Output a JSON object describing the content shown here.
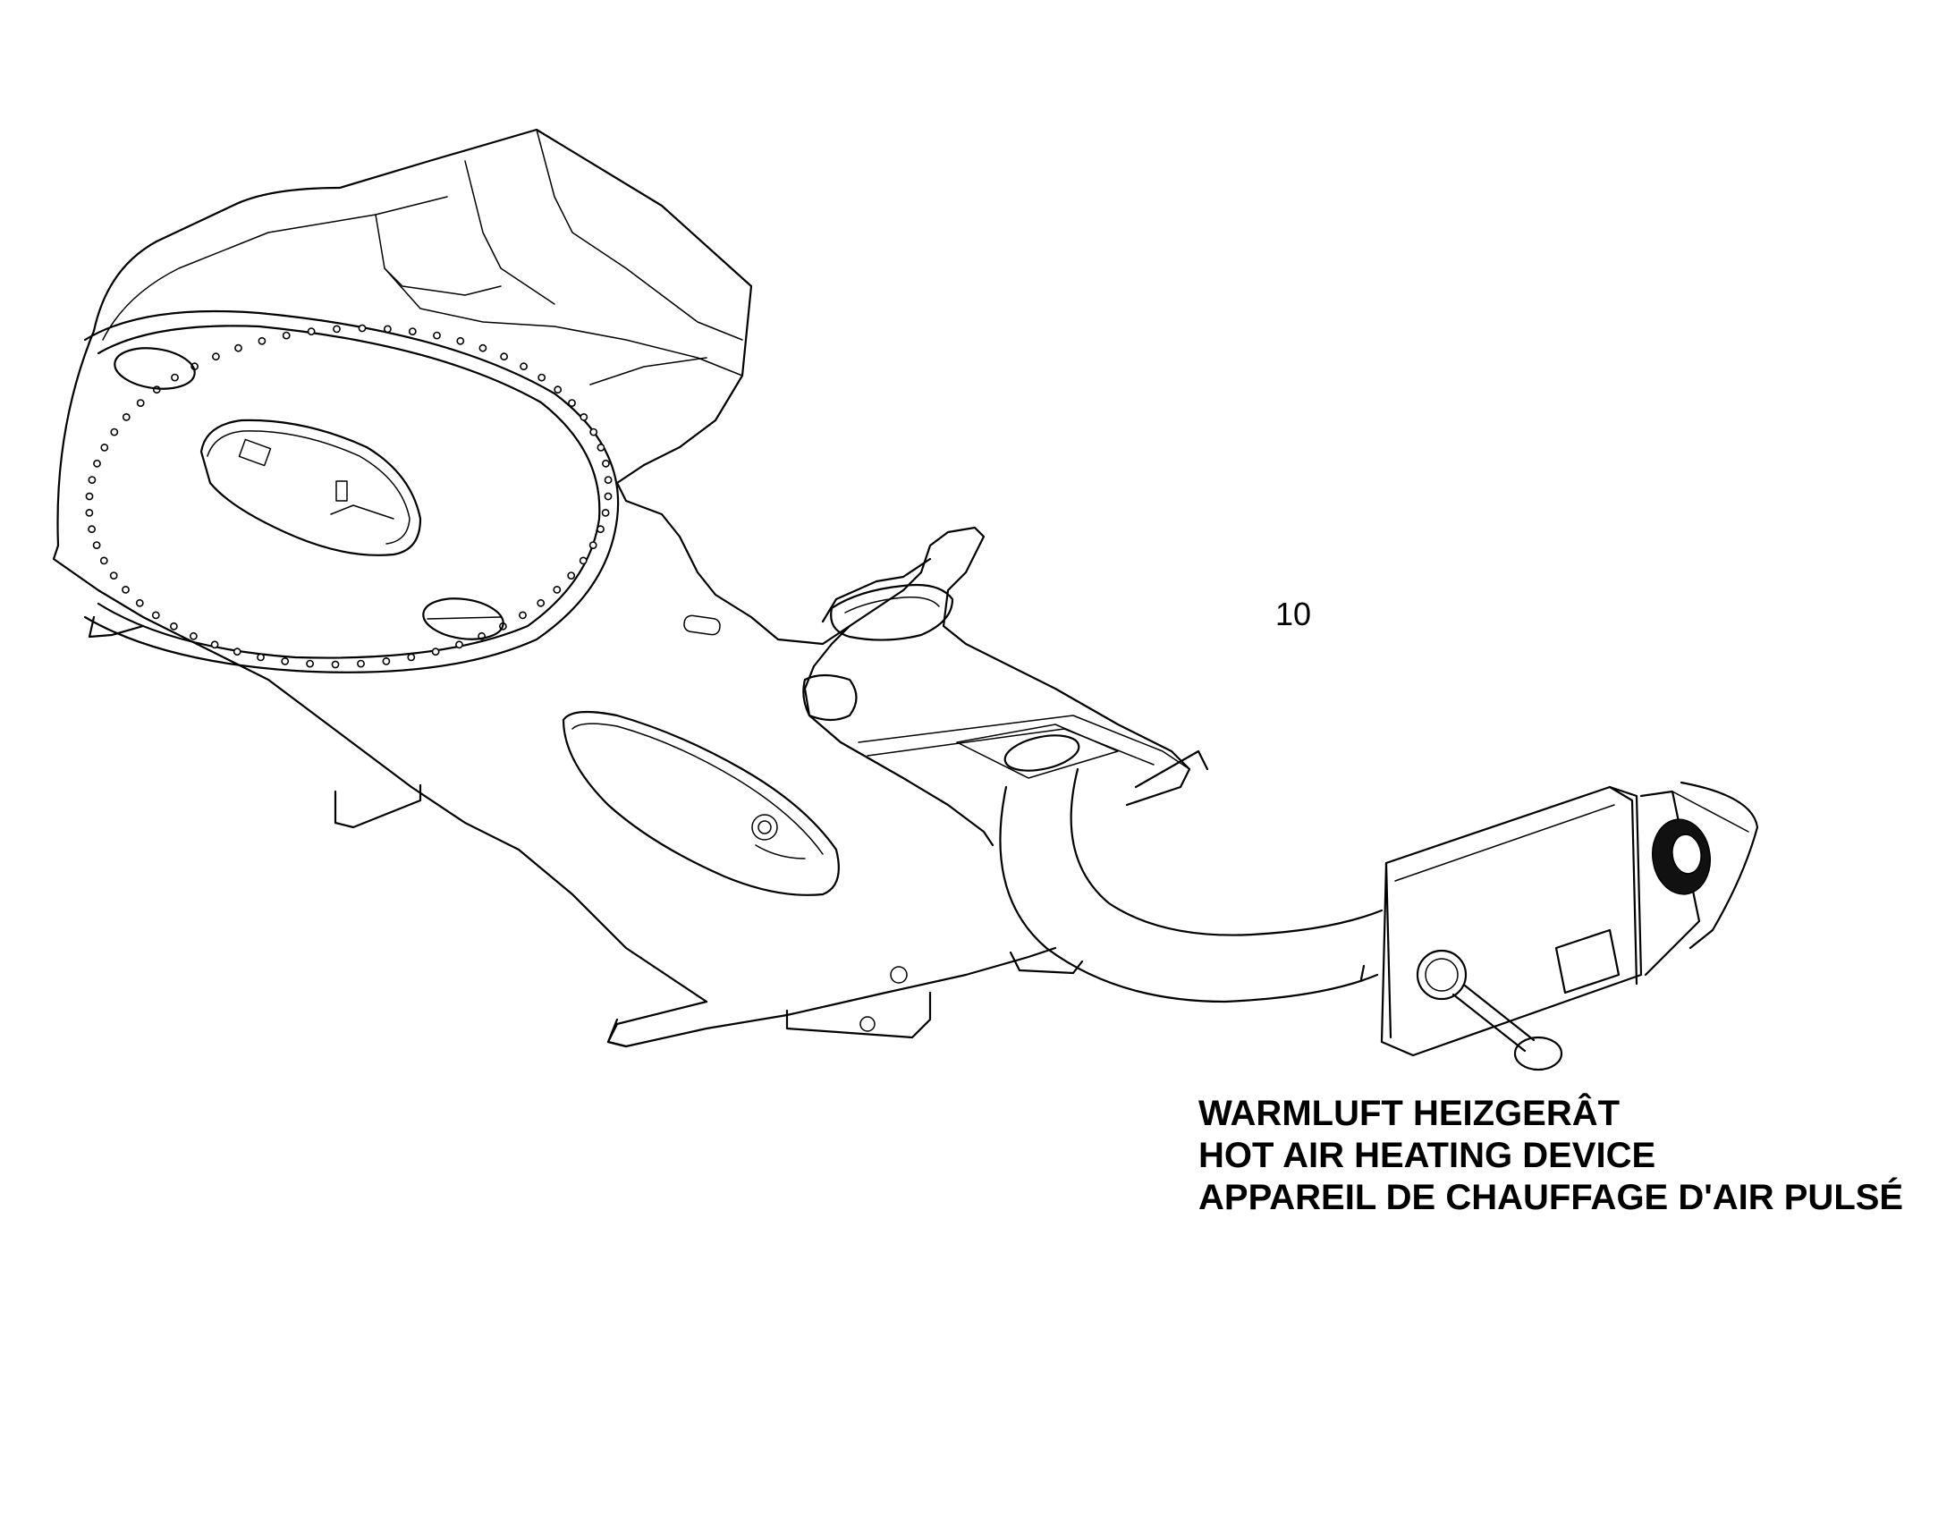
{
  "diagram": {
    "part_number": "10",
    "caption_lines": [
      "WARMLUFT HEIZGERÂT",
      "HOT AIR HEATING DEVICE",
      "APPAREIL DE CHAUFFAGE D'AIR PULSÉ"
    ],
    "colors": {
      "ink": "#000000",
      "background": "#ffffff"
    }
  }
}
